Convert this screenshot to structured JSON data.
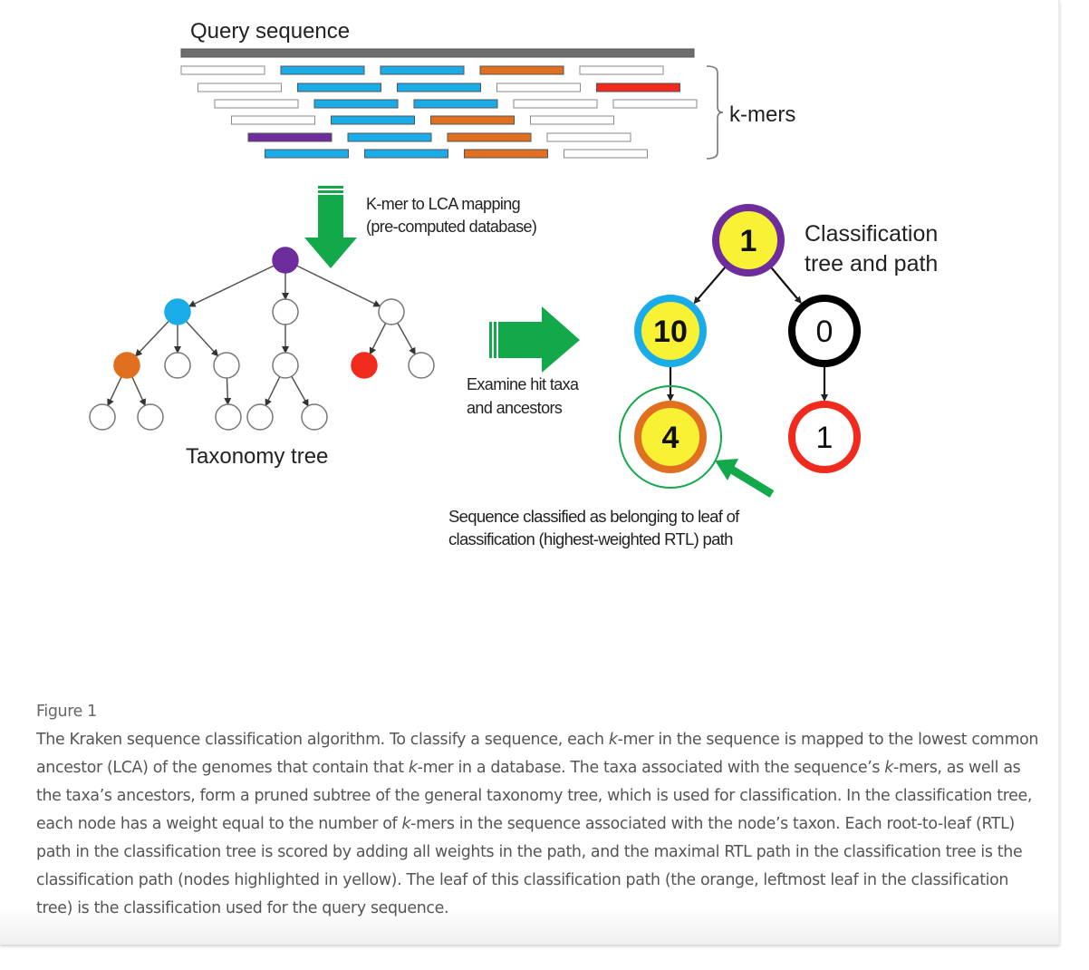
{
  "figure": {
    "query_label": "Query sequence",
    "kmers_label": "k-mers",
    "kmer_rows": [
      [
        "white",
        "blue",
        "blue",
        "orange",
        "white"
      ],
      [
        "white",
        "blue",
        "blue",
        "white",
        "red"
      ],
      [
        "white",
        "blue",
        "blue",
        "white",
        "white"
      ],
      [
        "white",
        "blue",
        "orange",
        "white"
      ],
      [
        "purple",
        "blue",
        "orange",
        "white"
      ],
      [
        "blue",
        "blue",
        "orange",
        "white"
      ]
    ],
    "colors": {
      "white": "#ffffff",
      "blue": "#1aace8",
      "orange": "#e06f1f",
      "red": "#f02a1c",
      "purple": "#6e2c9c",
      "yellow": "#f8f134",
      "green": "#12a94a",
      "query_bar": "#6d6d6d"
    },
    "mapping_label_line1": "K-mer to LCA mapping",
    "mapping_label_line2": "(pre-computed database)",
    "taxonomy_label": "Taxonomy tree",
    "taxonomy_nodes": [
      {
        "id": "root",
        "color": "purple"
      },
      {
        "id": "a",
        "color": "blue",
        "parent": "root"
      },
      {
        "id": "b",
        "color": "white",
        "parent": "root"
      },
      {
        "id": "c",
        "color": "white",
        "parent": "root"
      },
      {
        "id": "a1",
        "color": "orange",
        "parent": "a"
      },
      {
        "id": "a2",
        "color": "white",
        "parent": "a"
      },
      {
        "id": "a3",
        "color": "white",
        "parent": "a"
      },
      {
        "id": "b1",
        "color": "white",
        "parent": "b"
      },
      {
        "id": "c1",
        "color": "red",
        "parent": "c"
      },
      {
        "id": "c2",
        "color": "white",
        "parent": "c"
      },
      {
        "id": "a1x",
        "color": "white",
        "parent": "a1"
      },
      {
        "id": "a1y",
        "color": "white",
        "parent": "a1"
      },
      {
        "id": "a3x",
        "color": "white",
        "parent": "a3"
      },
      {
        "id": "b1x",
        "color": "white",
        "parent": "b1"
      },
      {
        "id": "b1y",
        "color": "white",
        "parent": "b1"
      }
    ],
    "examine_label_line1": "Examine hit taxa",
    "examine_label_line2": "and ancestors",
    "classification_label_line1": "Classification",
    "classification_label_line2": "tree and path",
    "classification_nodes": [
      {
        "id": "root",
        "weight": "1",
        "ring": "purple",
        "fill": "yellow"
      },
      {
        "id": "left",
        "weight": "10",
        "ring": "blue",
        "fill": "yellow",
        "parent": "root"
      },
      {
        "id": "right",
        "weight": "0",
        "ring": "black",
        "fill": "white",
        "parent": "root"
      },
      {
        "id": "leaf",
        "weight": "4",
        "ring": "orange",
        "fill": "yellow",
        "parent": "left",
        "selected": true
      },
      {
        "id": "leaf2",
        "weight": "1",
        "ring": "red",
        "fill": "white",
        "parent": "right"
      }
    ],
    "result_label_line1": "Sequence classified as belonging to leaf of",
    "result_label_line2": "classification (highest-weighted RTL) path"
  },
  "caption": {
    "label": "Figure 1",
    "s1": "The Kraken sequence classification algorithm. To classify a sequence, each ",
    "k1": "k",
    "s2": "-mer in the sequence is mapped to the lowest common ancestor (LCA) of the genomes that contain that ",
    "k2": "k",
    "s3": "-mer in a database. The taxa associated with the sequence’s ",
    "k3": "k",
    "s4": "-mers, as well as the taxa’s ancestors, form a pruned subtree of the general taxonomy tree, which is used for classification. In the classification tree, each node has a weight equal to the number of ",
    "k4": "k",
    "s5": "-mers in the sequence associated with the node’s taxon. Each root-to-leaf (RTL) path in the classification tree is scored by adding all weights in the path, and the maximal RTL path in the classification tree is the classification path (nodes highlighted in yellow). The leaf of this classification path (the orange, leftmost leaf in the classification tree) is the classification used for the query sequence."
  }
}
